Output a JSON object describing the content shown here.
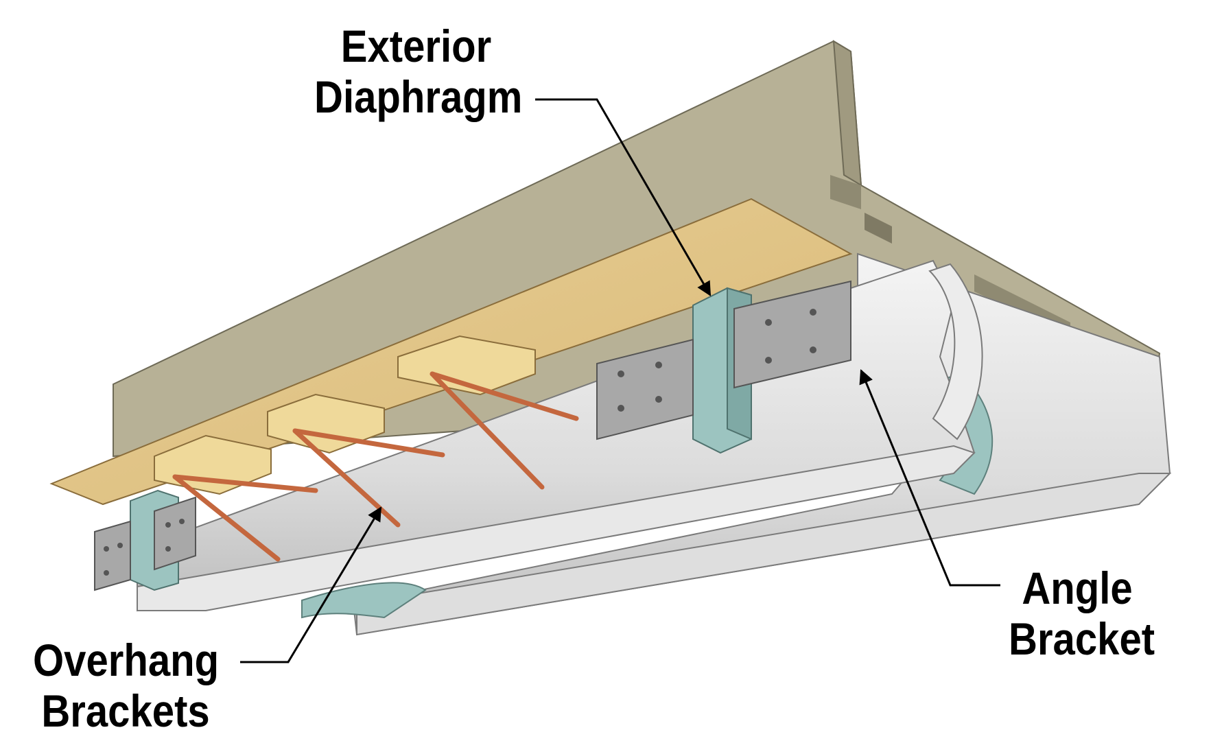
{
  "labels": {
    "exterior_diaphragm": [
      "Exterior",
      "Diaphragm"
    ],
    "angle_bracket": [
      "Angle",
      "Bracket"
    ],
    "overhang_brackets": [
      "Overhang",
      "Brackets"
    ]
  },
  "colors": {
    "deck": "#b7b196",
    "deck_dark": "#8f8a72",
    "deck_edge": "#a09a80",
    "plywood": "#e3c48a",
    "girder": "#e4e4e4",
    "girder_shade": "#c9c9c9",
    "diaphragm": "#9cc4c0",
    "plate": "#a8a8a8",
    "block": "#efd99a",
    "bracket": "#d9845b",
    "leader": "#000000"
  }
}
